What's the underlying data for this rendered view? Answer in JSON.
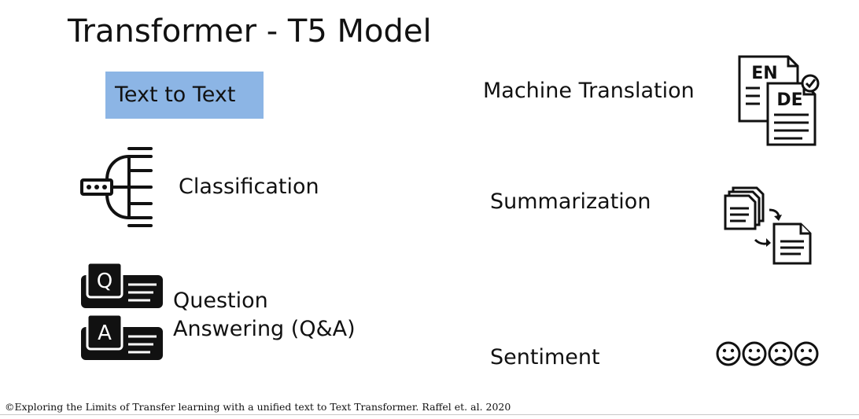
{
  "slide": {
    "title": "Transformer - T5 Model",
    "badge_label": "Text to Text"
  },
  "tasks": {
    "classification": "Classification",
    "question_line1": "Question",
    "question_line2": "Answering (Q&A)",
    "machine_translation": "Machine Translation",
    "summarization": "Summarization",
    "sentiment": "Sentiment"
  },
  "icons": {
    "translation_src": "EN",
    "translation_dst": "DE",
    "question_letter": "Q",
    "answer_letter": "A",
    "sentiment_faces": [
      "happy-face-icon",
      "happy-face-icon",
      "sad-face-icon",
      "sad-face-icon"
    ]
  },
  "footer": {
    "citation": "©Exploring the Limits of Transfer learning with a unified text to Text Transformer. Raffel et. al. 2020"
  }
}
